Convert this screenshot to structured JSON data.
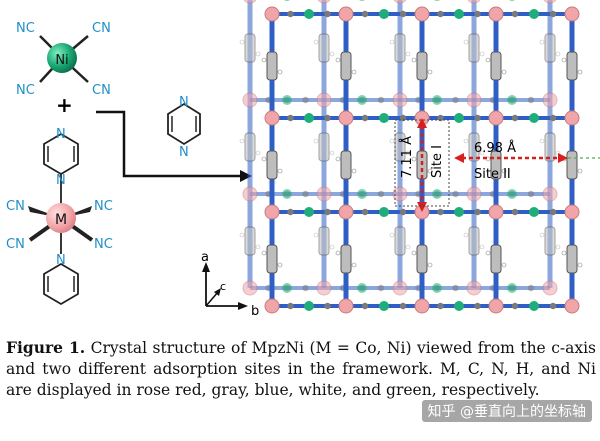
{
  "left": {
    "ni_label": "Ni",
    "cn": [
      "NC",
      "CN",
      "NC",
      "CN"
    ],
    "plus": "+",
    "pyr_n": [
      "N",
      "N"
    ],
    "m_label": "M",
    "m_cn": [
      "CN",
      "NC",
      "CN",
      "NC"
    ],
    "free_pyr_n": [
      "N",
      "N"
    ]
  },
  "axes": {
    "a": "a",
    "b": "b",
    "c": "c"
  },
  "annotations": {
    "site1_dist": "7.11 Å",
    "site1_label": "Site I",
    "site2_dist": "6.98 Å",
    "site2_label": "Site II"
  },
  "caption": {
    "label": "Figure 1.",
    "text": " Crystal structure of MpzNi (M = Co, Ni) viewed from the c-axis and two different adsorption sites in the framework. M, C, N, H, and Ni are displayed in rose red, gray, blue, white, and green, respectively."
  },
  "watermark": "知乎 @垂直向上的坐标轴",
  "colors": {
    "metal": "#f2a5a8",
    "carbon": "#7a7a7a",
    "nitrogen": "#2f5fc4",
    "hydrogen": "#ffffff",
    "nickel": "#1fae7a",
    "arrow": "#d62020"
  }
}
